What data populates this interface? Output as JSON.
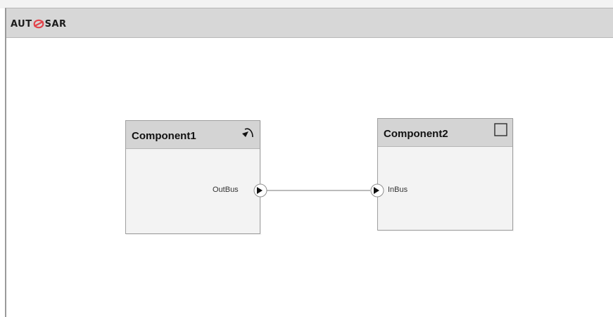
{
  "header": {
    "logo_text_left": "AUT",
    "logo_text_right": "SAR"
  },
  "components": [
    {
      "name": "Component1",
      "icon": "periodic-runnable-icon",
      "ports": [
        {
          "label": "OutBus",
          "direction": "output"
        }
      ]
    },
    {
      "name": "Component2",
      "icon": "empty-square-icon",
      "ports": [
        {
          "label": "InBus",
          "direction": "input"
        }
      ]
    }
  ],
  "connections": [
    {
      "from": "Component1.OutBus",
      "to": "Component2.InBus"
    }
  ],
  "colors": {
    "header_bar": "#d7d7d7",
    "component_body": "#f3f3f3",
    "component_header": "#d4d4d4",
    "logo_accent": "#e2444b"
  }
}
